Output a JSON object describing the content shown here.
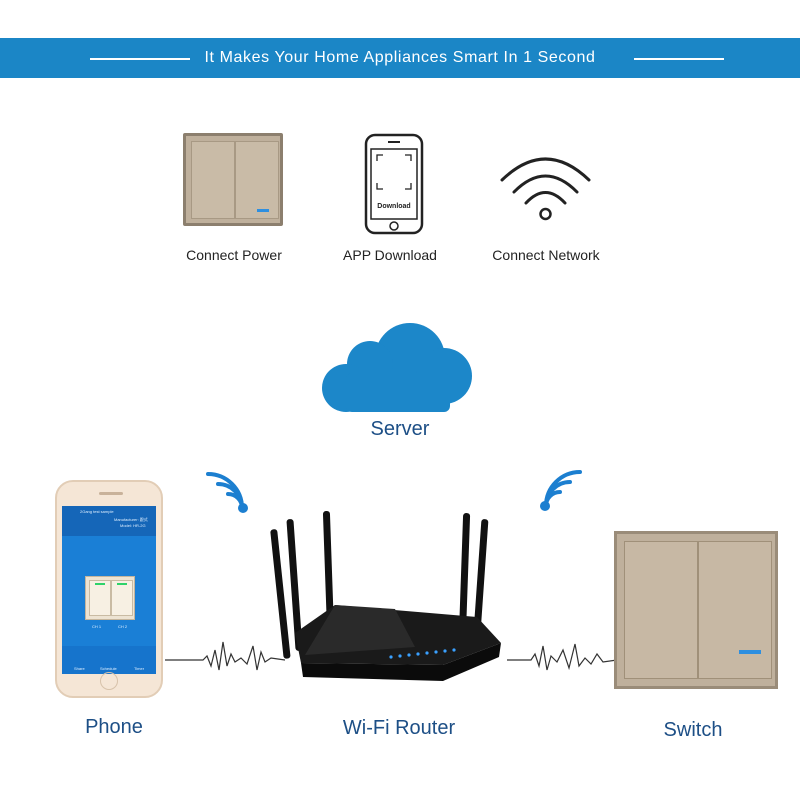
{
  "banner": {
    "title": "It Makes Your Home Appliances Smart In 1 Second"
  },
  "steps": [
    {
      "label": "Connect Power",
      "icon": "wall-switch-icon"
    },
    {
      "label": "APP Download",
      "icon": "smartphone-icon",
      "screen_text": "Download"
    },
    {
      "label": "Connect Network",
      "icon": "wifi-icon"
    }
  ],
  "server": {
    "label": "Server",
    "icon": "cloud-icon"
  },
  "devices": {
    "phone": {
      "label": "Phone",
      "app": {
        "header": "2Gang test sample",
        "manufacturer": "Manufacturer: 跟式",
        "model": "Model: HR-2G",
        "channels": [
          "CH 1",
          "CH 2"
        ],
        "nav": [
          "Share",
          "Schedule",
          "Timer"
        ]
      }
    },
    "router": {
      "label": "Wi-Fi Router",
      "icon": "router-icon"
    },
    "switch": {
      "label": "Switch",
      "icon": "wall-switch-icon"
    }
  },
  "colors": {
    "banner": "#1b86c6",
    "cloud": "#1c87c9",
    "caption": "#1d4f86",
    "wifi": "#1c7fd0"
  }
}
